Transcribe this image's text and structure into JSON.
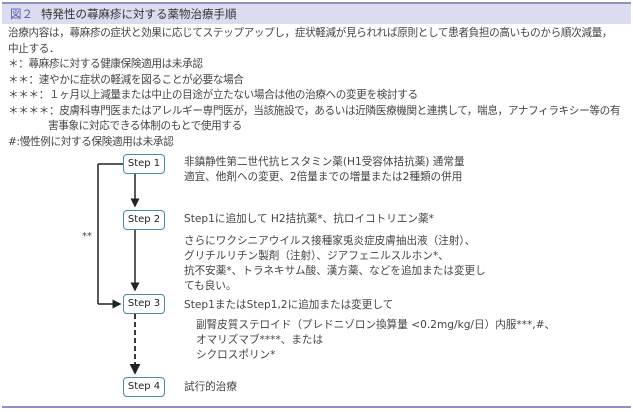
{
  "header": {
    "figure_label": "図２",
    "title": "特発性の蕁麻疹に対する薬物治療手順"
  },
  "notes": [
    "治療内容は，蕁麻疹の症状と効果に応じてステップアップし，症状軽減が見られれば原則として患者負担の高いものから順次減量，",
    "中止する．",
    "＊：蕁麻疹に対する健康保険適用は未承認",
    "＊＊：速やかに症状の軽減を図ることが必要な場合",
    "＊＊＊：１ヶ月以上減量または中止の目途が立たない場合は他の治療への変更を検討する",
    "＊＊＊＊：皮膚科専門医またはアレルギー専門医が，当該施設で，あるいは近隣医療機関と連携して，喘息，アナフィラキシー等の有",
    "害事象に対応できる体制のもとで使用する",
    "#:慢性例に対する保険適用は未承認"
  ],
  "flow": {
    "bracket_label": "**",
    "steps": [
      {
        "label": "Step 1",
        "lines": [
          "非鎮静性第二世代抗ヒスタミン薬(H1受容体拮抗薬) 通常量",
          "適宜、他剤への変更、2倍量までの増量または2種類の併用"
        ]
      },
      {
        "label": "Step 2",
        "lines": [
          "Step1に追加して H2拮抗薬*、抗ロイコトリエン薬*"
        ],
        "sub": [
          "さらにワクシニアウイルス接種家兎炎症皮膚抽出液（注射）、",
          "グリチルリチン製剤（注射）、ジアフェニルスルホン*、",
          "抗不安薬*、トラネキサム酸、漢方薬、などを追加または変更し",
          "ても良い。"
        ]
      },
      {
        "label": "Step 3",
        "lines": [
          "Step1またはStep1,2に追加または変更して"
        ],
        "sub": [
          "副腎皮質ステロイド（プレドニゾロン換算量 <0.2mg/kg/日）内服***,#、",
          "オマリズマブ****、または",
          "シクロスポリン*"
        ]
      },
      {
        "label": "Step 4",
        "lines": [
          "試行的治療"
        ]
      }
    ]
  }
}
